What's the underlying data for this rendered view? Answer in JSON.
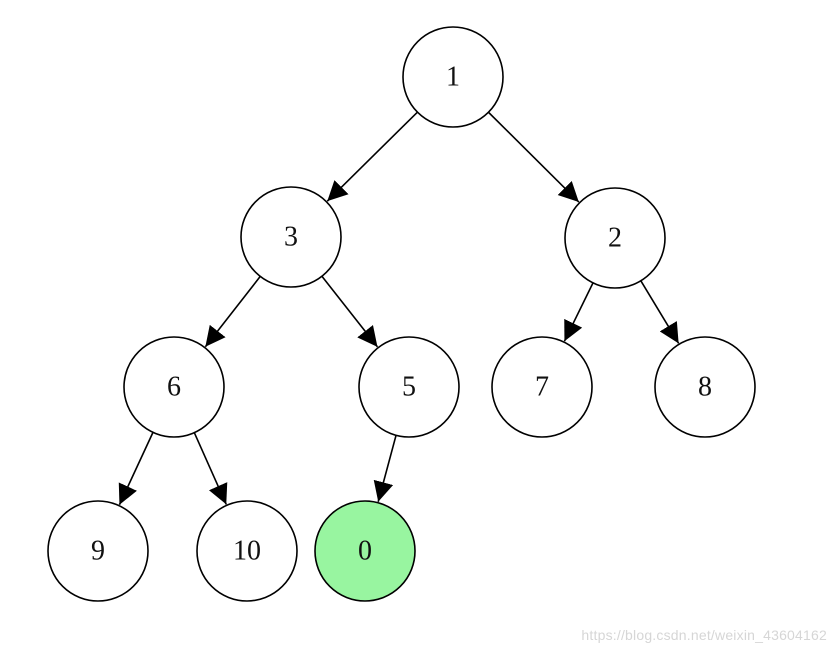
{
  "diagram": {
    "type": "binary-tree",
    "nodes": [
      {
        "id": "n1",
        "label": "1"
      },
      {
        "id": "n3",
        "label": "3"
      },
      {
        "id": "n2",
        "label": "2"
      },
      {
        "id": "n6",
        "label": "6"
      },
      {
        "id": "n5",
        "label": "5"
      },
      {
        "id": "n7",
        "label": "7"
      },
      {
        "id": "n8",
        "label": "8"
      },
      {
        "id": "n9",
        "label": "9"
      },
      {
        "id": "n10",
        "label": "10"
      },
      {
        "id": "n0",
        "label": "0",
        "highlight": true
      }
    ],
    "edges": [
      {
        "from": "n1",
        "to": "n3"
      },
      {
        "from": "n1",
        "to": "n2"
      },
      {
        "from": "n3",
        "to": "n6"
      },
      {
        "from": "n3",
        "to": "n5"
      },
      {
        "from": "n2",
        "to": "n7"
      },
      {
        "from": "n2",
        "to": "n8"
      },
      {
        "from": "n6",
        "to": "n9"
      },
      {
        "from": "n6",
        "to": "n10"
      },
      {
        "from": "n5",
        "to": "n0"
      }
    ],
    "colors": {
      "node_fill": "#ffffff",
      "highlight_fill": "#98f5a0",
      "stroke": "#000000",
      "text": "#111111"
    }
  },
  "watermark": {
    "text": "https://blog.csdn.net/weixin_43604162"
  }
}
